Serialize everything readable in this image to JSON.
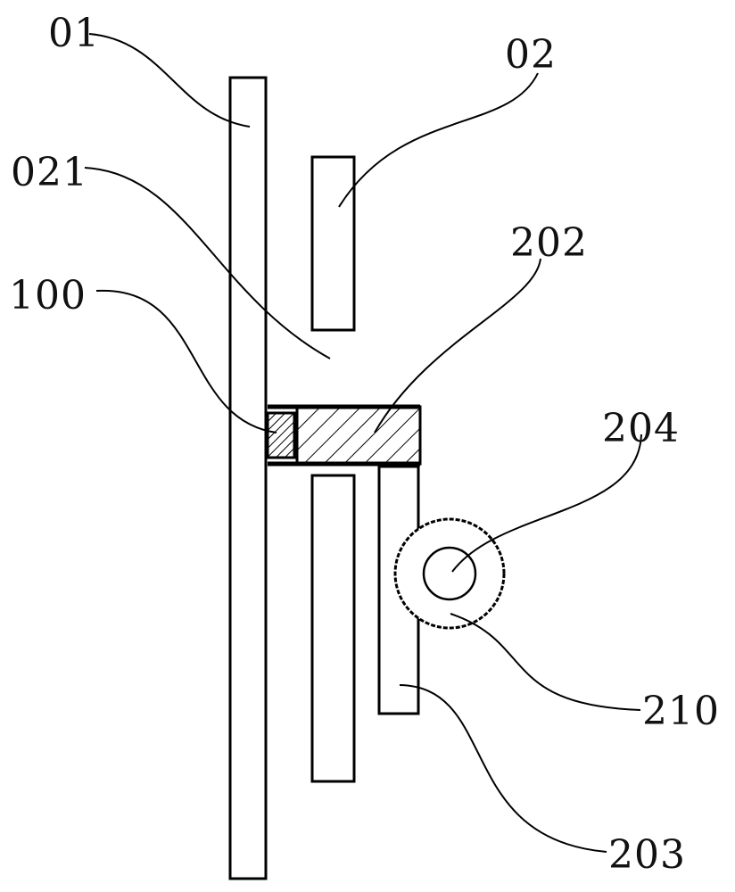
{
  "labels": {
    "l01": "01",
    "l02": "02",
    "l021": "021",
    "l100": "100",
    "l202": "202",
    "l204": "204",
    "l210": "210",
    "l203": "203"
  },
  "colors": {
    "line": "#000000",
    "background": "#ffffff"
  }
}
